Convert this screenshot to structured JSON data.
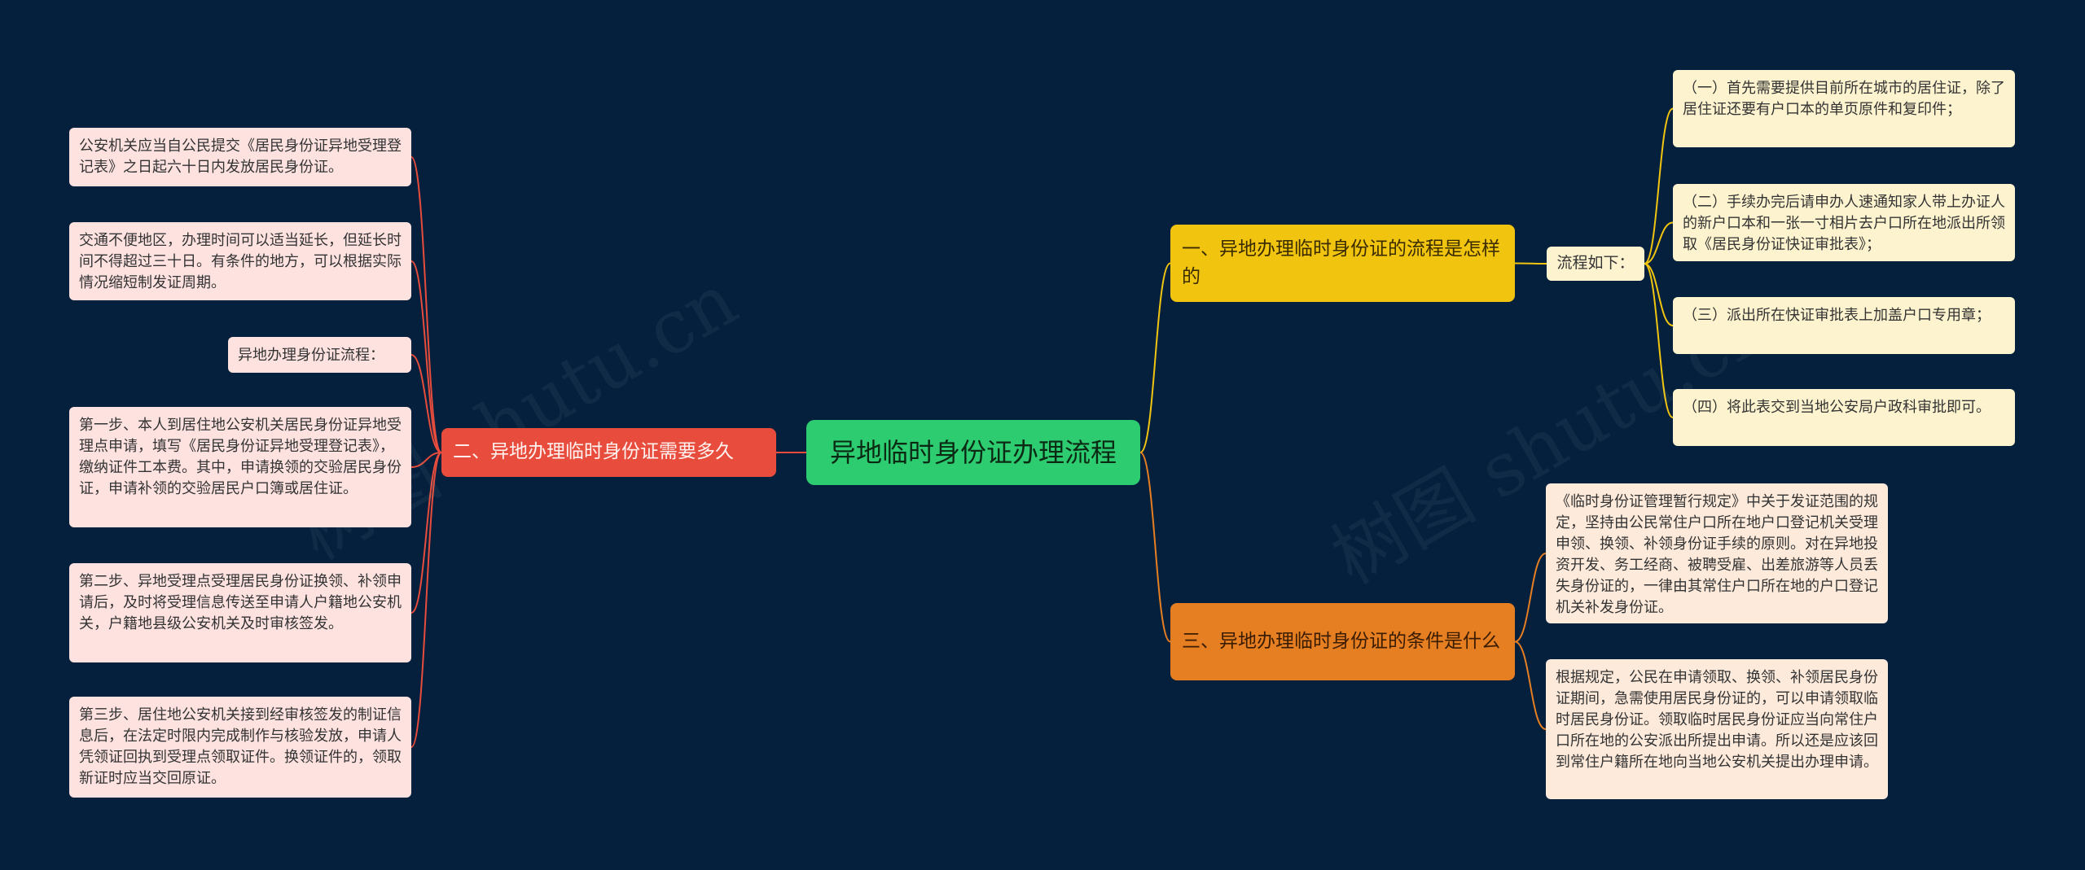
{
  "mindmap": {
    "root": {
      "label": "异地临时身份证办理流程",
      "color": "#2ecc71"
    },
    "branches": [
      {
        "id": "b1",
        "label": "一、异地办理临时身份证的流程是怎样的",
        "color": "#f1c40f",
        "sub": {
          "label": "流程如下：",
          "leaves": [
            "（一）首先需要提供目前所在城市的居住证，除了居住证还要有户口本的单页原件和复印件；",
            "（二）手续办完后请申办人速通知家人带上办证人的新户口本和一张一寸相片去户口所在地派出所领取《居民身份证快证审批表》；",
            "（三）派出所在快证审批表上加盖户口专用章；",
            "（四）将此表交到当地公安局户政科审批即可。"
          ]
        }
      },
      {
        "id": "b2",
        "label": "二、异地办理临时身份证需要多久",
        "color": "#e74c3c",
        "leaves": [
          "公安机关应当自公民提交《居民身份证异地受理登记表》之日起六十日内发放居民身份证。",
          "交通不便地区，办理时间可以适当延长，但延长时间不得超过三十日。有条件的地方，可以根据实际情况缩短制发证周期。",
          "异地办理身份证流程：",
          "第一步、本人到居住地公安机关居民身份证异地受理点申请，填写《居民身份证异地受理登记表》，缴纳证件工本费。其中，申请换领的交验居民身份证，申请补领的交验居民户口簿或居住证。",
          "第二步、异地受理点受理居民身份证换领、补领申请后，及时将受理信息传送至申请人户籍地公安机关，户籍地县级公安机关及时审核签发。",
          "第三步、居住地公安机关接到经审核签发的制证信息后，在法定时限内完成制作与核验发放，申请人凭领证回执到受理点领取证件。换领证件的，领取新证时应当交回原证。"
        ]
      },
      {
        "id": "b3",
        "label": "三、异地办理临时身份证的条件是什么",
        "color": "#e67e22",
        "leaves": [
          "《临时身份证管理暂行规定》中关于发证范围的规定，坚持由公民常住户口所在地户口登记机关受理申领、换领、补领身份证手续的原则。对在异地投资开发、务工经商、被聘受雇、出差旅游等人员丢失身份证的，一律由其常住户口所在地的户口登记机关补发身份证。",
          "根据规定，公民在申请领取、换领、补领居民身份证期间，急需使用居民身份证的，可以申请领取临时居民身份证。领取临时居民身份证应当向常住户口所在地的公安派出所提出申请。所以还是应该回到常住户籍所在地向当地公安机关提出办理申请。"
        ]
      }
    ]
  },
  "watermarks": [
    "树图 shutu.cn",
    "树图 shutu.cn"
  ],
  "colors": {
    "background": "#04203d",
    "line_yellow": "#f1c40f",
    "line_red": "#e74c3c",
    "line_orange": "#e67e22"
  }
}
